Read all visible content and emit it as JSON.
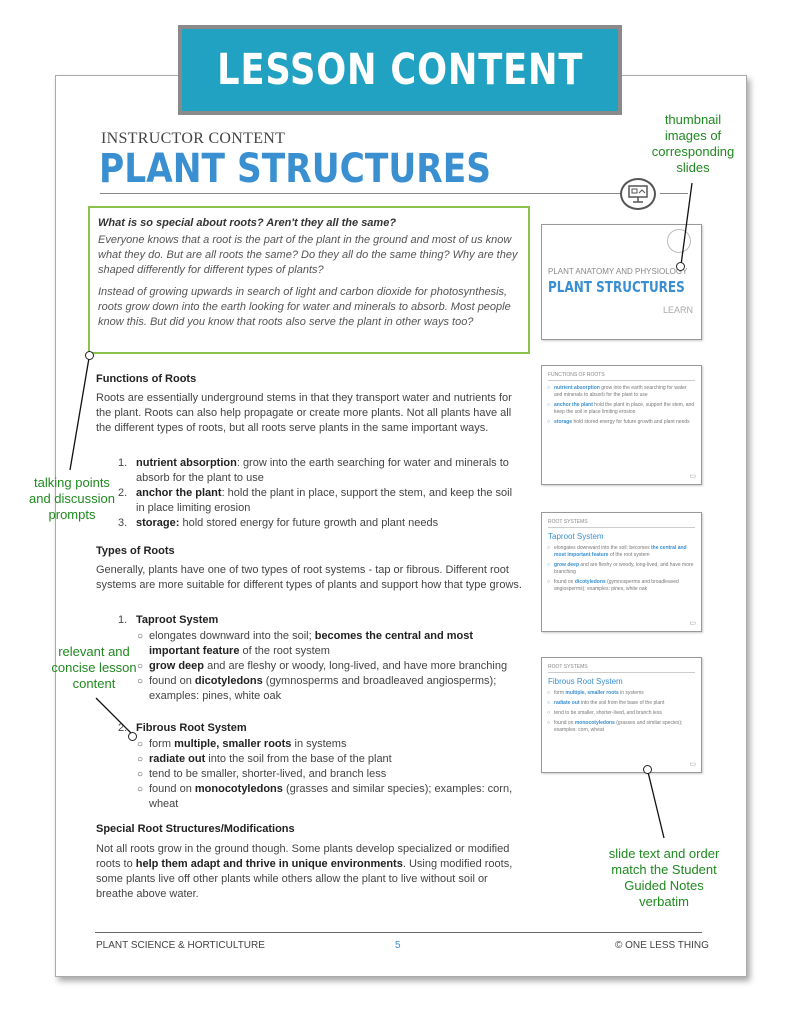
{
  "banner": {
    "title": "LESSON CONTENT"
  },
  "header": {
    "kicker": "INSTRUCTOR CONTENT",
    "title": "PLANT STRUCTURES"
  },
  "callout": {
    "question": "What is so special about roots? Aren't they all the same?",
    "p1": "Everyone knows that a root is the part of the plant in the ground and most of us know what they do. But are all roots the same? Do they all do the same thing? Why are they shaped differently for different types of plants?",
    "p2": "Instead of growing upwards in search of light and carbon dioxide for photosynthesis, roots grow down into the earth looking for water and minerals to absorb. Most people know this. But did you know that roots also serve the plant in other ways too?"
  },
  "functions": {
    "heading": "Functions of Roots",
    "intro": "Roots are essentially underground stems in that they transport water and nutrients for the plant. Roots can also help propagate or create more plants. Not all plants have all the different types of roots, but all roots serve plants in the same important ways.",
    "items": [
      {
        "num": "1.",
        "term": "nutrient absorption",
        "text": ": grow into the earth searching for water and minerals to absorb for the plant to use"
      },
      {
        "num": "2.",
        "term": "anchor the plant",
        "text": ": hold the plant in place, support the stem, and keep the soil in place limiting erosion"
      },
      {
        "num": "3.",
        "term": "storage:",
        "text": " hold stored energy for future growth and plant needs"
      }
    ]
  },
  "types": {
    "heading": "Types of Roots",
    "intro": "Generally, plants have one of two types of root systems - tap or fibrous. Different root systems are more suitable for different types of plants and support how that type grows.",
    "taproot": {
      "num": "1.",
      "title": "Taproot System",
      "b1a": "elongates downward into the soil; ",
      "b1b": "becomes the central and most important feature",
      "b1c": " of the root system",
      "b2a": "grow deep",
      "b2b": " and are fleshy or woody, long-lived, and have more branching",
      "b3a": "found on ",
      "b3b": "dicotyledons",
      "b3c": " (gymnosperms and broadleaved angiosperms); examples: pines, white oak"
    },
    "fibrous": {
      "num": "2.",
      "title": "Fibrous Root System",
      "b1a": "form ",
      "b1b": "multiple, smaller roots",
      "b1c": " in systems",
      "b2a": "radiate out",
      "b2b": " into the soil from the base of the plant",
      "b3": "tend to be smaller, shorter-lived, and branch less",
      "b4a": "found on ",
      "b4b": "monocotyledons",
      "b4c": " (grasses and similar species); examples: corn, wheat"
    }
  },
  "special": {
    "heading": "Special Root Structures/Modifications",
    "t1": "Not all roots grow in the ground though. Some plants develop specialized or modified roots to ",
    "t2": "help them adapt and thrive in unique environments",
    "t3": ". Using modified roots, some plants live off other plants while others allow the plant to live without soil or breathe above water."
  },
  "thumbs": {
    "t1": {
      "kicker": "PLANT ANATOMY AND PHYSIOLOGY",
      "title": "PLANT STRUCTURES",
      "sub": "LEARN"
    },
    "t2": {
      "kicker": "FUNCTIONS OF ROOTS",
      "l1a": "nutrient absorption",
      "l1b": " grow into the earth searching for water and minerals to absorb for the plant to use",
      "l2a": "anchor the plant",
      "l2b": " hold the plant in place, support the stem, and keep the soil in place limiting erosion",
      "l3a": "storage",
      "l3b": " hold stored energy for future growth and plant needs"
    },
    "t3": {
      "kicker": "ROOT SYSTEMS",
      "heading": "Taproot System",
      "l1a": "elongates downward into the soil; becomes ",
      "l1b": "the central and most important feature",
      "l1c": " of the root system",
      "l2a": "grow deep",
      "l2b": " and are fleshy or woody, long-lived, and have more branching",
      "l3a": "found on ",
      "l3b": "dicotyledons",
      "l3c": " (gymnosperms and broadleaved angiosperms); examples: pines, white oak"
    },
    "t4": {
      "kicker": "ROOT SYSTEMS",
      "heading": "Fibrous Root System",
      "l1a": "form ",
      "l1b": "multiple, smaller roots",
      "l1c": " in systems",
      "l2a": "radiate out",
      "l2b": " into the soil from the base of the plant",
      "l3": "tend to be smaller, shorter-lived, and branch less",
      "l4a": "found on ",
      "l4b": "monocotyledons",
      "l4c": " (grasses and similar species); examples: corn, wheat"
    }
  },
  "annotations": {
    "thumbnail": "thumbnail images of corresponding slides",
    "talking": "talking points and discussion prompts",
    "relevant": "relevant and concise lesson content",
    "slide": "slide text and order match the Student Guided Notes verbatim"
  },
  "footer": {
    "left": "PLANT SCIENCE & HORTICULTURE",
    "page": "5",
    "right": "© ONE LESS THING"
  }
}
